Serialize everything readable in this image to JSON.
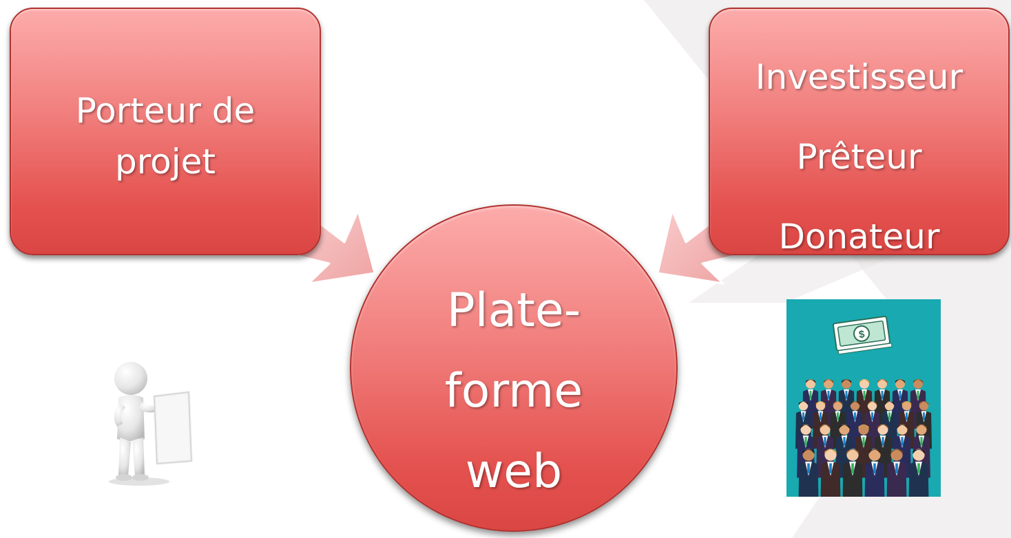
{
  "diagram": {
    "left_box": {
      "line1": "Porteur de",
      "line2": "projet"
    },
    "right_box": {
      "line1": "Investisseur",
      "line2": "Prêteur",
      "line3": "Donateur"
    },
    "hub": {
      "line1": "Plate-",
      "line2": "forme",
      "line3": "web"
    }
  },
  "colors": {
    "box_top": "#fcacab",
    "box_bottom": "#da4643",
    "box_border": "#b0322f",
    "arrow_fill": "#f4b7b6",
    "crowd_background": "#18a9b1",
    "background_band": "#f2f0f0"
  },
  "icons": {
    "left_illustration": "person-holding-paper-icon",
    "right_illustration": "money-crowd-icon"
  }
}
